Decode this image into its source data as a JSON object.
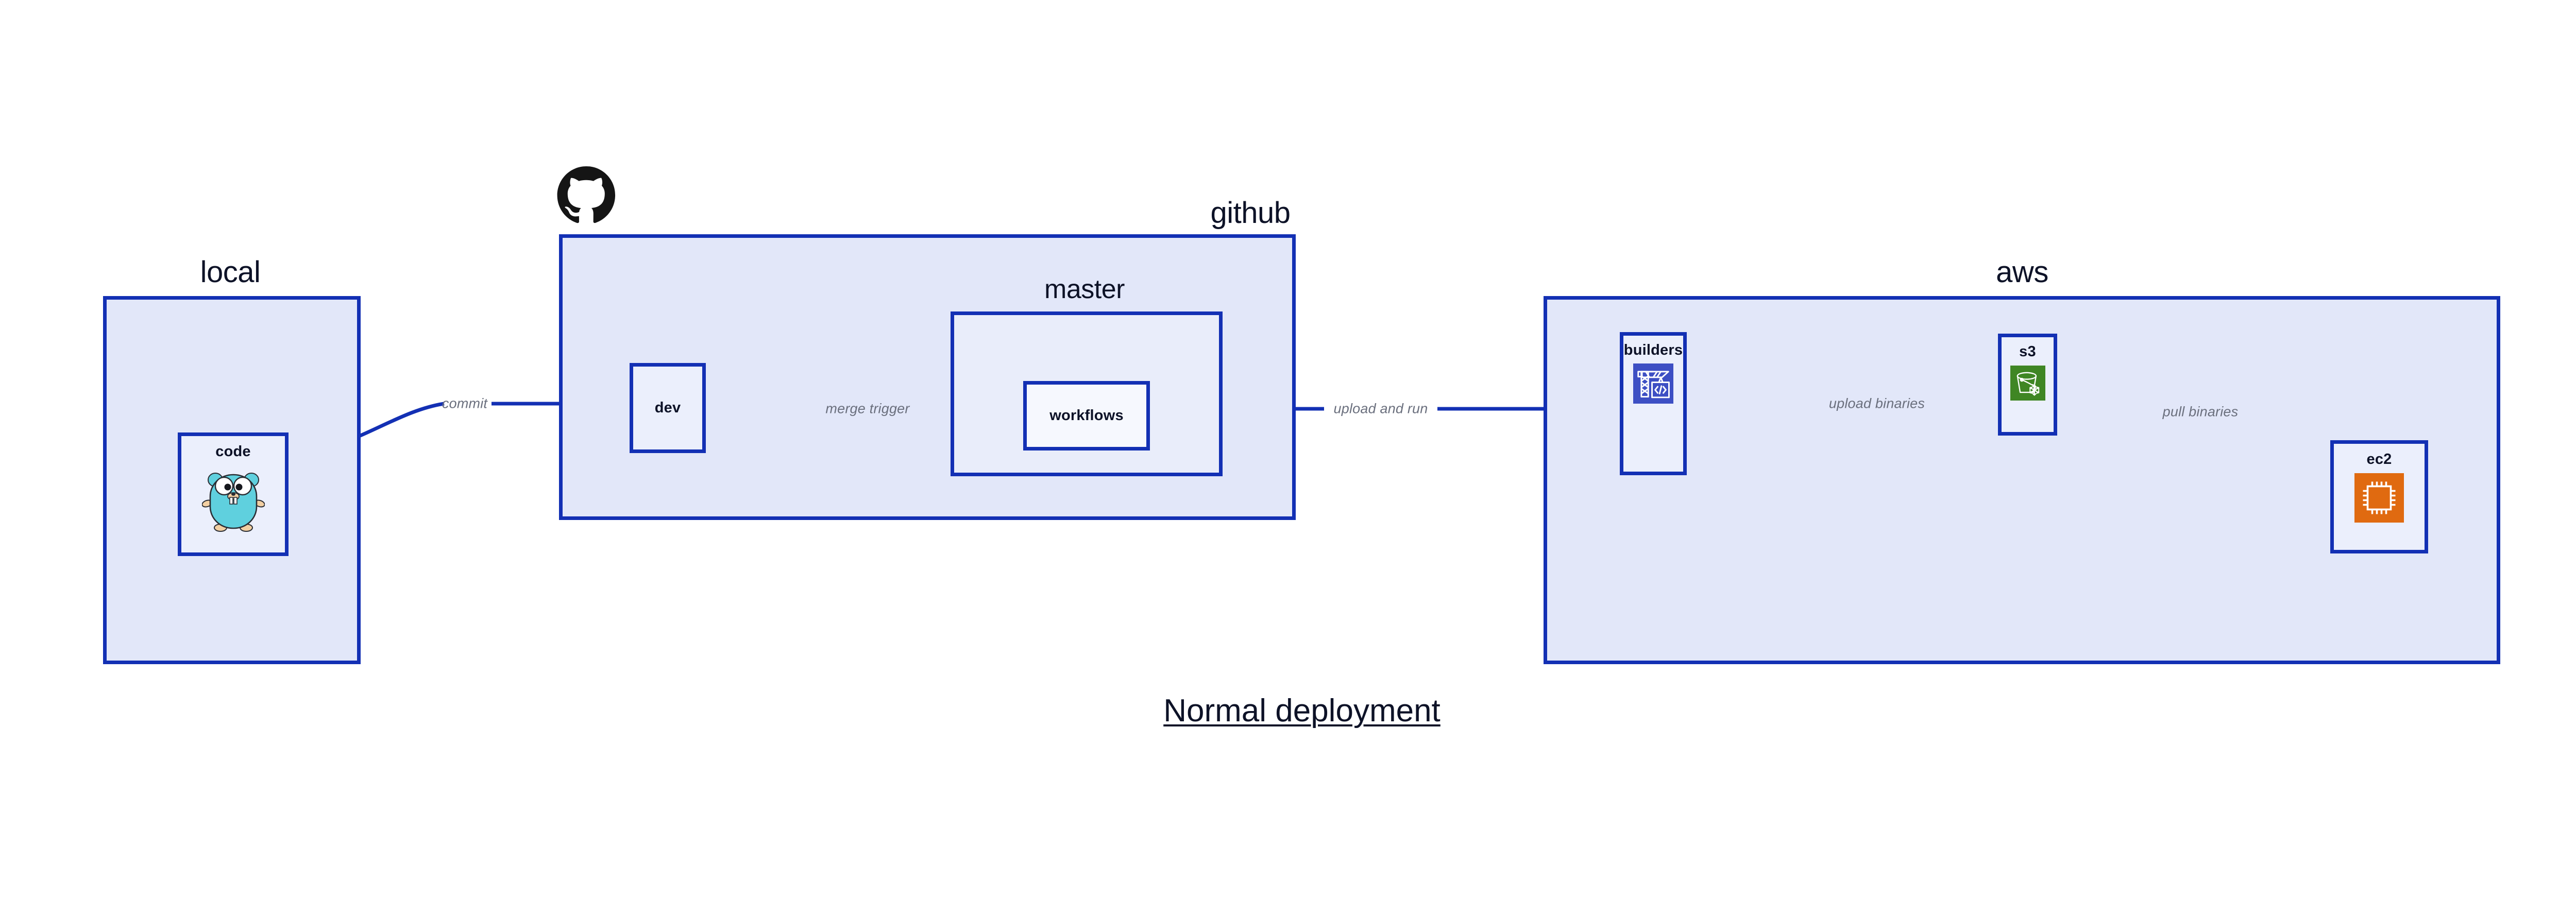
{
  "diagram": {
    "title": "Normal deployment",
    "background_color": "#ffffff",
    "accent_border_color": "#1330b4",
    "group_fill_color": "#e2e7f9",
    "subgroup_fill_color": "#e9edfa",
    "node_fill_color": "#ebeffc",
    "edge_label_color": "#6a6f7d",
    "text_color": "#0d1227"
  },
  "groups": [
    {
      "id": "local",
      "label": "local",
      "nodes": [
        {
          "id": "code",
          "label": "code",
          "icon": "go-gopher-icon"
        }
      ]
    },
    {
      "id": "github",
      "label": "github",
      "logo": "github-octocat-icon",
      "nodes": [
        {
          "id": "dev",
          "label": "dev",
          "icon": "none"
        }
      ],
      "subgroups": [
        {
          "id": "master",
          "label": "master",
          "nodes": [
            {
              "id": "workflows",
              "label": "workflows",
              "icon": "none"
            }
          ]
        }
      ]
    },
    {
      "id": "aws",
      "label": "aws",
      "nodes": [
        {
          "id": "builders",
          "label": "builders",
          "icon": "crane-code-icon",
          "icon_color": "#3d4fc4"
        },
        {
          "id": "s3",
          "label": "s3",
          "icon": "s3-glacier-bucket-icon",
          "icon_color": "#3f8624"
        },
        {
          "id": "ec2",
          "label": "ec2",
          "icon": "cpu-chip-icon",
          "icon_color": "#e06a10"
        }
      ]
    }
  ],
  "edges": [
    {
      "id": "code-to-dev",
      "label": "commit",
      "from": "code",
      "to": "dev"
    },
    {
      "id": "dev-to-workflows",
      "label": "merge trigger",
      "from": "dev",
      "to": "workflows"
    },
    {
      "id": "workflows-to-builders",
      "label": "upload and run",
      "from": "workflows",
      "to": "builders"
    },
    {
      "id": "builders-to-s3",
      "label": "upload binaries",
      "from": "builders",
      "to": "s3"
    },
    {
      "id": "s3-to-ec2",
      "label": "pull binaries",
      "from": "s3",
      "to": "ec2"
    }
  ]
}
